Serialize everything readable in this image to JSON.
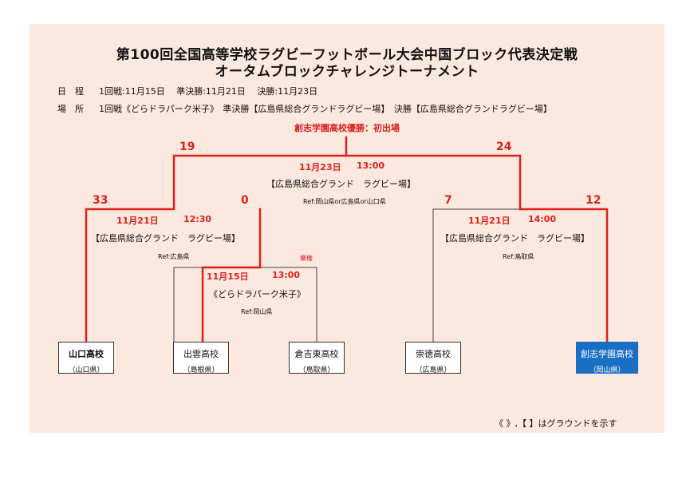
{
  "title": {
    "line1": "第100回全国高等学校ラグビーフットボール大会中国ブロック代表決定戦",
    "line2": "オータムブロックチャレンジトーナメント"
  },
  "schedule": {
    "label": "日　程",
    "text": "1回戦:11月15日　 準決勝:11月21日　 決勝:11月23日"
  },
  "venue_info": {
    "label": "場　所",
    "text": "1回戦《どらドラパーク米子》　準決勝【広島県総合グランドラグビー場】　決勝【広島県総合グランドラグビー場】"
  },
  "champion": "創志学園高校優勝：初出場",
  "final": {
    "date": "11月23日",
    "time": "13:00",
    "venue": "【広島県総合グランド　ラグビー場】",
    "ref": "Ref:岡山県or広島県or山口県",
    "score_left": "19",
    "score_right": "24"
  },
  "semi_left": {
    "date": "11月21日",
    "time": "12:30",
    "venue": "【広島県総合グランド　ラグビー場】",
    "ref": "Ref:広島県",
    "score_left": "33",
    "score_right": "0"
  },
  "semi_right": {
    "date": "11月21日",
    "time": "14:00",
    "venue": "【広島県総合グランド　ラグビー場】",
    "ref": "Ref:鳥取県",
    "score_left": "7",
    "score_right": "12"
  },
  "round1": {
    "date": "11月15日",
    "time": "13:00",
    "venue": "《どらドラパーク米子》",
    "ref": "Ref:岡山県",
    "forfeit": "棄権"
  },
  "teams": [
    {
      "name": "山口高校",
      "pref": "（山口県）"
    },
    {
      "name": "出雲高校",
      "pref": "（島根県）"
    },
    {
      "name": "倉吉東高校",
      "pref": "（鳥取県）"
    },
    {
      "name": "崇徳高校",
      "pref": "（広島県）"
    },
    {
      "name": "創志学園高校",
      "pref": "（岡山県）"
    }
  ],
  "note": "《 》,【 】はグラウンドを示す",
  "colors": {
    "accent": "#e0201e",
    "winner_box": "#1a6fc4",
    "panel": "#fbe8de"
  }
}
